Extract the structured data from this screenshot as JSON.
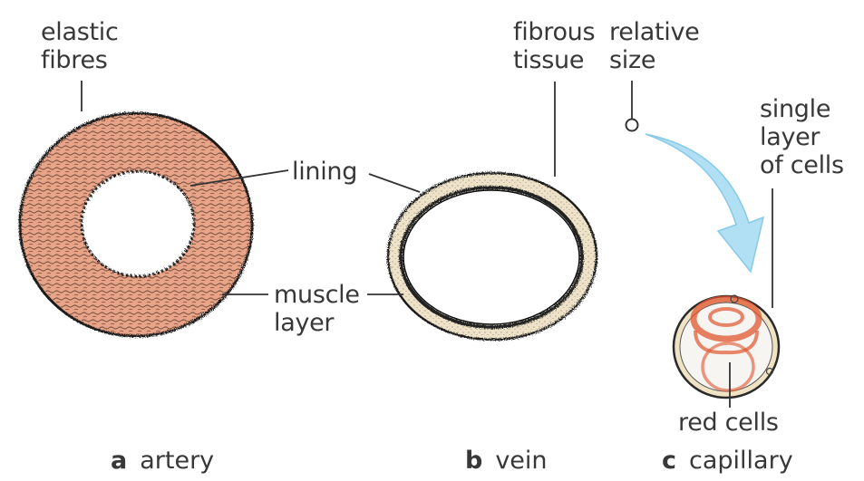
{
  "labels": {
    "elastic_fibres": [
      "elastic",
      "fibres"
    ],
    "lining": "lining",
    "muscle_layer": [
      "muscle",
      "layer"
    ],
    "fibrous_tissue": [
      "fibrous",
      "tissue"
    ],
    "relative_size": [
      "relative",
      "size"
    ],
    "single_layer": [
      "single",
      "layer",
      "of cells"
    ],
    "red_cells": "red cells"
  },
  "captions": [
    {
      "letter": "a",
      "text": "artery"
    },
    {
      "letter": "b",
      "text": "vein"
    },
    {
      "letter": "c",
      "text": "capillary"
    }
  ],
  "colors": {
    "artery_fill": "#e9a488",
    "vein_fill": "#eee3c8",
    "capillary_wall": "#efe3c4",
    "red_cell": "#e0552f",
    "arrow": "#a9dcf3",
    "outline": "#1e1e1e",
    "leader": "#333333"
  }
}
